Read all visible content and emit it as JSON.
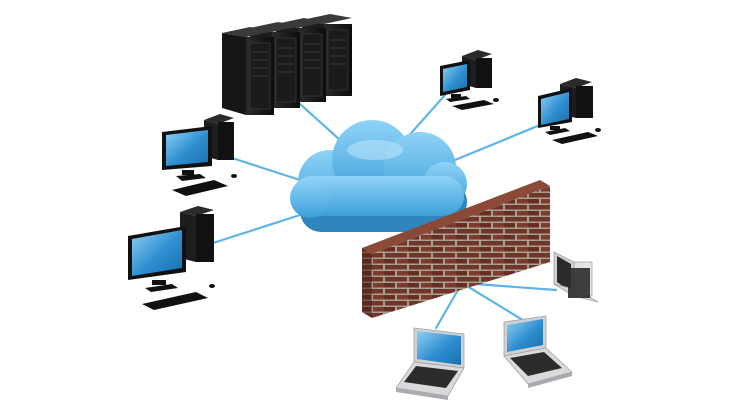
{
  "diagram": {
    "background": "#ffffff",
    "colors": {
      "cloud": "#5ab8ec",
      "cloud_shadow": "#3a98cf",
      "link": "#5cb5e6",
      "screen": "#2f8fd0",
      "screen_glare": "#7cc6f2",
      "tower": "#111111",
      "tower_face": "#2a2a2a",
      "brick": "#7a3a2c",
      "brick_dark": "#5a2a1f",
      "mortar": "#b0a89f",
      "laptop_body": "#d9dadc",
      "laptop_keys": "#2c2c2c"
    },
    "nodes": [
      {
        "id": "server-rack",
        "kind": "server-rack",
        "icon": "server-rack-icon"
      },
      {
        "id": "cloud",
        "kind": "network-cloud",
        "icon": "cloud-icon"
      },
      {
        "id": "desktop-top-right-1",
        "kind": "desktop-computer",
        "icon": "desktop-computer-icon"
      },
      {
        "id": "desktop-top-right-2",
        "kind": "desktop-computer",
        "icon": "desktop-computer-icon"
      },
      {
        "id": "desktop-left-1",
        "kind": "desktop-computer",
        "icon": "desktop-computer-icon"
      },
      {
        "id": "desktop-left-2",
        "kind": "desktop-computer",
        "icon": "desktop-computer-icon"
      },
      {
        "id": "firewall",
        "kind": "brick-wall",
        "icon": "firewall-icon"
      },
      {
        "id": "laptop-1",
        "kind": "laptop",
        "icon": "laptop-icon"
      },
      {
        "id": "laptop-2",
        "kind": "laptop",
        "icon": "laptop-icon"
      },
      {
        "id": "laptop-3",
        "kind": "laptop",
        "icon": "laptop-icon"
      }
    ],
    "links": [
      {
        "from": "cloud",
        "to": "server-rack"
      },
      {
        "from": "cloud",
        "to": "desktop-top-right-1"
      },
      {
        "from": "cloud",
        "to": "desktop-top-right-2"
      },
      {
        "from": "cloud",
        "to": "desktop-left-1"
      },
      {
        "from": "cloud",
        "to": "desktop-left-2"
      },
      {
        "from": "cloud",
        "to": "firewall"
      },
      {
        "from": "firewall",
        "to": "laptop-1"
      },
      {
        "from": "firewall",
        "to": "laptop-2"
      },
      {
        "from": "firewall",
        "to": "laptop-3"
      }
    ]
  }
}
